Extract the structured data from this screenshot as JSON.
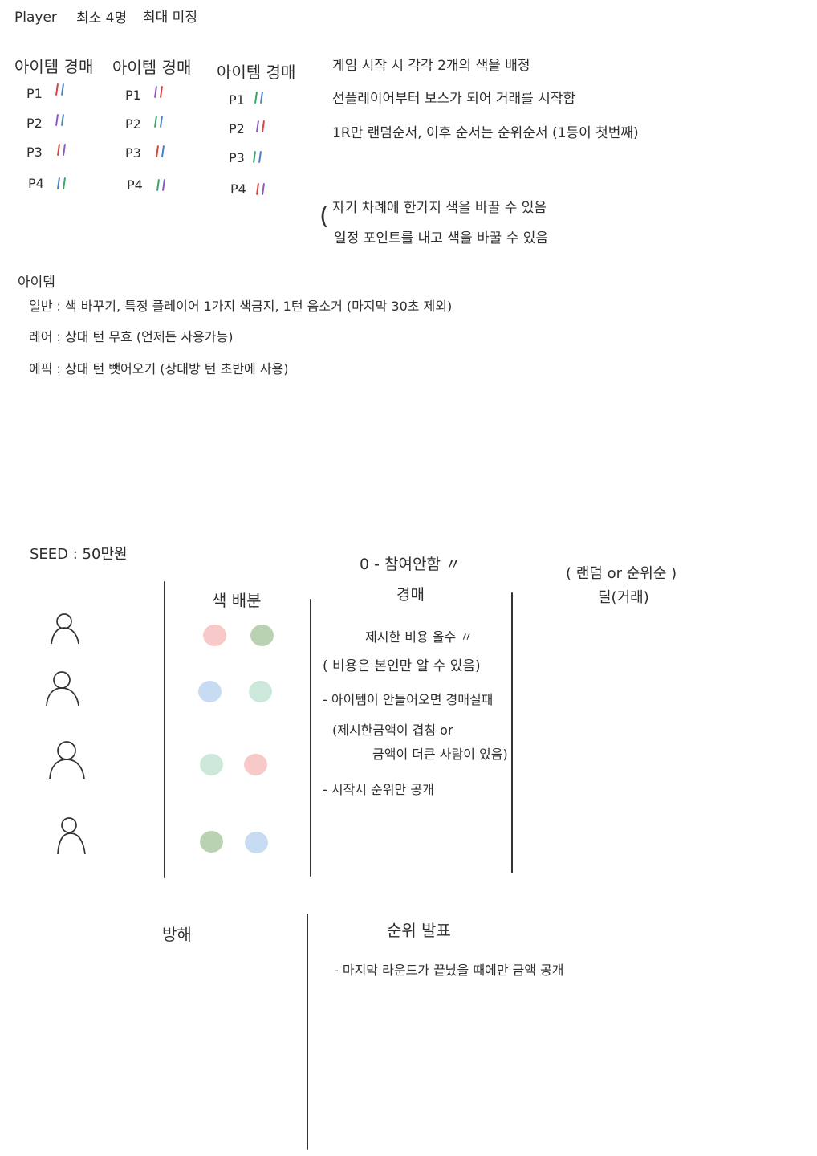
{
  "header": {
    "player_label": "Player",
    "min_players": "최소 4명",
    "max_players": "최대 미정"
  },
  "auction_columns": [
    {
      "title": "아이템 경매",
      "rows": [
        {
          "label": "P1",
          "colors": [
            "#d9453f",
            "#4a7fc9"
          ]
        },
        {
          "label": "P2",
          "colors": [
            "#8a5cc2",
            "#4a7fc9"
          ]
        },
        {
          "label": "P3",
          "colors": [
            "#d9453f",
            "#8a5cc2"
          ]
        },
        {
          "label": "P4",
          "colors": [
            "#4a7fc9",
            "#3aa66a"
          ]
        }
      ]
    },
    {
      "title": "아이템 경매",
      "rows": [
        {
          "label": "P1",
          "colors": [
            "#8a5cc2",
            "#d9453f"
          ]
        },
        {
          "label": "P2",
          "colors": [
            "#3aa66a",
            "#4a7fc9"
          ]
        },
        {
          "label": "P3",
          "colors": [
            "#d9453f",
            "#4a7fc9"
          ]
        },
        {
          "label": "P4",
          "colors": [
            "#3aa66a",
            "#8a5cc2"
          ]
        }
      ]
    },
    {
      "title": "아이템 경매",
      "rows": [
        {
          "label": "P1",
          "colors": [
            "#3aa66a",
            "#4a7fc9"
          ]
        },
        {
          "label": "P2",
          "colors": [
            "#8a5cc2",
            "#d9453f"
          ]
        },
        {
          "label": "P3",
          "colors": [
            "#3aa66a",
            "#4a7fc9"
          ]
        },
        {
          "label": "P4",
          "colors": [
            "#d9453f",
            "#8a5cc2"
          ]
        }
      ]
    }
  ],
  "rules": {
    "line1": "게임 시작 시   각각   2개의 색을 배정",
    "line2": "선플레이어부터  보스가 되어  거래를 시작함",
    "line3": "1R만 랜덤순서, 이후 순서는 순위순서 (1등이 첫번째)",
    "option1": "자기 차례에   한가지 색을 바꿀 수 있음",
    "option2": "일정 포인트를  내고  색을  바꿀 수 있음"
  },
  "items": {
    "title": "아이템",
    "normal": "일반  :  색 바꾸기,  특정 플레이어 1가지 색금지,  1턴 음소거 (마지막 30초 제외)",
    "rare": "레어 : 상대 턴 무효 (언제든 사용가능)",
    "epic": "에픽 : 상대 턴 뺏어오기 (상대방 턴 초반에 사용)"
  },
  "board": {
    "seed": "SEED  : 50만원",
    "color_header": "색 배분",
    "auction_note": "0 - 참여안함 〃",
    "auction_header": "경매",
    "auction_lines": [
      "제시한 비용 올수 〃",
      "( 비용은  본인만 알 수  있음)",
      "- 아이템이  안들어오면 경매실패",
      "(제시한금액이 겹침  or",
      "금액이 더큰 사람이 있음)",
      "-  시작시 순위만  공개"
    ],
    "deal_note": "( 랜덤 or 순위순 )",
    "deal_header": "딜(거래)",
    "dot_pairs": [
      [
        "#f7c9c9",
        "#b9d3b2"
      ],
      [
        "#c7dcf2",
        "#cbe8da"
      ],
      [
        "#cbe8da",
        "#f7c9c9"
      ],
      [
        "#b9d3b2",
        "#c7dcf2"
      ]
    ],
    "hinder_header": "방해",
    "rank_header": "순위  발표",
    "rank_note": "- 마지막 라운드가 끝났을 때에만 금액 공개"
  }
}
